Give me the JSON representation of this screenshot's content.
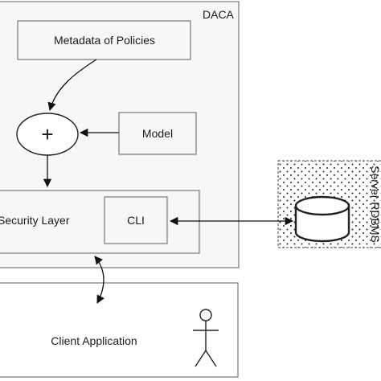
{
  "daca": {
    "title": "DACA"
  },
  "metadata_box": {
    "label": "Metadata of Policies"
  },
  "combiner": {
    "symbol": "+"
  },
  "model_box": {
    "label": "Model"
  },
  "security_layer": {
    "label": "Security Layer"
  },
  "cli_box": {
    "label": "CLI"
  },
  "server": {
    "label": "Server RDBMS"
  },
  "client_box": {
    "label": "Client Application"
  }
}
